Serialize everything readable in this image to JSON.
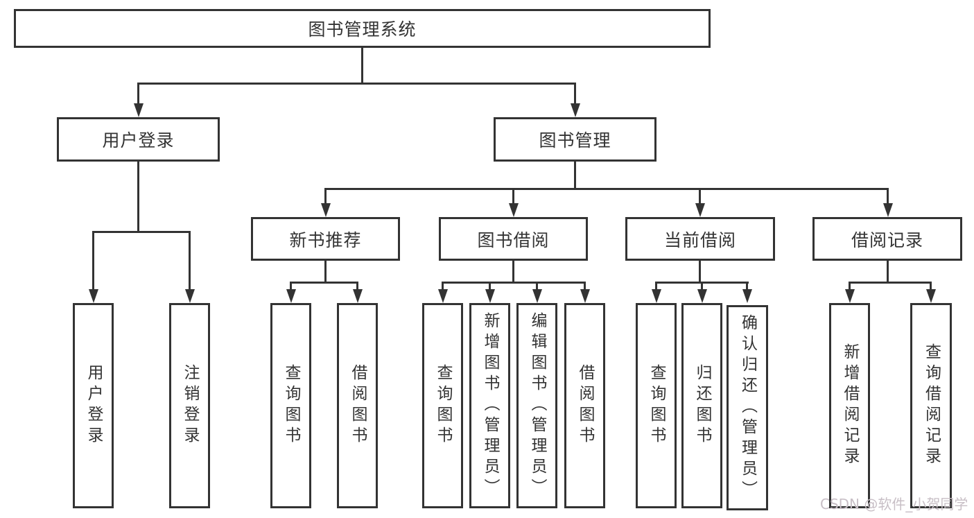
{
  "diagram": {
    "nodes": {
      "root": "图书管理系统",
      "userLogin": "用户登录",
      "bookMgmt": "图书管理",
      "newBooks": "新书推荐",
      "bookBorrow": "图书借阅",
      "currentBorrow": "当前借阅",
      "borrowRecords": "借阅记录"
    },
    "leaves": {
      "userLogin": [
        "用户登录",
        "注销登录"
      ],
      "newBooks": [
        "查询图书",
        "借阅图书"
      ],
      "bookBorrow": [
        "查询图书",
        "新增图书（管理员）",
        "编辑图书（管理员）",
        "借阅图书"
      ],
      "currentBorrow": [
        "查询图书",
        "归还图书",
        "确认归还（管理员）"
      ],
      "borrowRecords": [
        "新增借阅记录",
        "查询借阅记录"
      ]
    }
  },
  "watermark": "CSDN @软件_小贺同学",
  "colors": {
    "line": "#333333",
    "box_background": "#ffffff",
    "page_background": "#ffffff",
    "watermark": "#c8bfc6"
  }
}
